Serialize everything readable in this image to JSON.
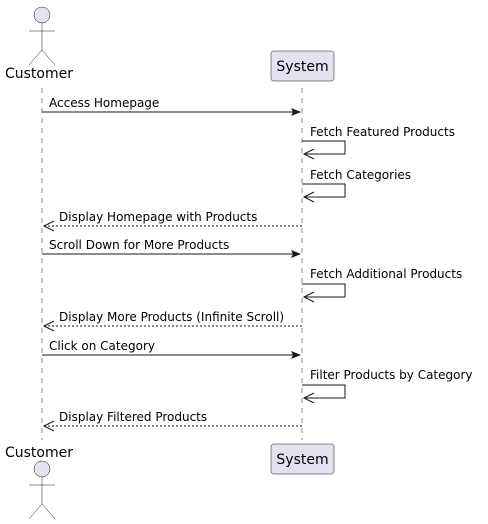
{
  "participants": {
    "customer": {
      "name": "Customer",
      "kind": "actor"
    },
    "system": {
      "name": "System",
      "kind": "participant"
    }
  },
  "messages": [
    {
      "label": "Access Homepage",
      "from": "customer",
      "to": "system",
      "style": "solid"
    },
    {
      "label": "Fetch Featured Products",
      "from": "system",
      "to": "system",
      "style": "solid"
    },
    {
      "label": "Fetch Categories",
      "from": "system",
      "to": "system",
      "style": "solid"
    },
    {
      "label": "Display Homepage with Products",
      "from": "system",
      "to": "customer",
      "style": "dashed"
    },
    {
      "label": "Scroll Down for More Products",
      "from": "customer",
      "to": "system",
      "style": "solid"
    },
    {
      "label": "Fetch Additional Products",
      "from": "system",
      "to": "system",
      "style": "solid"
    },
    {
      "label": "Display More Products (Infinite Scroll)",
      "from": "system",
      "to": "customer",
      "style": "dashed"
    },
    {
      "label": "Click on Category",
      "from": "customer",
      "to": "system",
      "style": "solid"
    },
    {
      "label": "Filter Products by Category",
      "from": "system",
      "to": "system",
      "style": "solid"
    },
    {
      "label": "Display Filtered Products",
      "from": "system",
      "to": "customer",
      "style": "dashed"
    }
  ],
  "colors": {
    "participant_fill": "#E2E2F0",
    "participant_border": "#181818",
    "lifeline": "#181818",
    "arrow": "#181818"
  }
}
